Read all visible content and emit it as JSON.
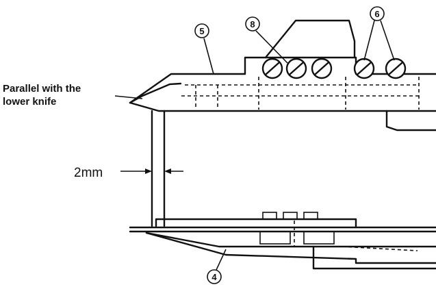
{
  "labels": {
    "parallel_line1": "Parallel with the",
    "parallel_line2": "lower knife",
    "gap": "2mm"
  },
  "callouts": {
    "part_5": "5",
    "part_8": "8",
    "part_6": "6",
    "part_4": "4"
  }
}
